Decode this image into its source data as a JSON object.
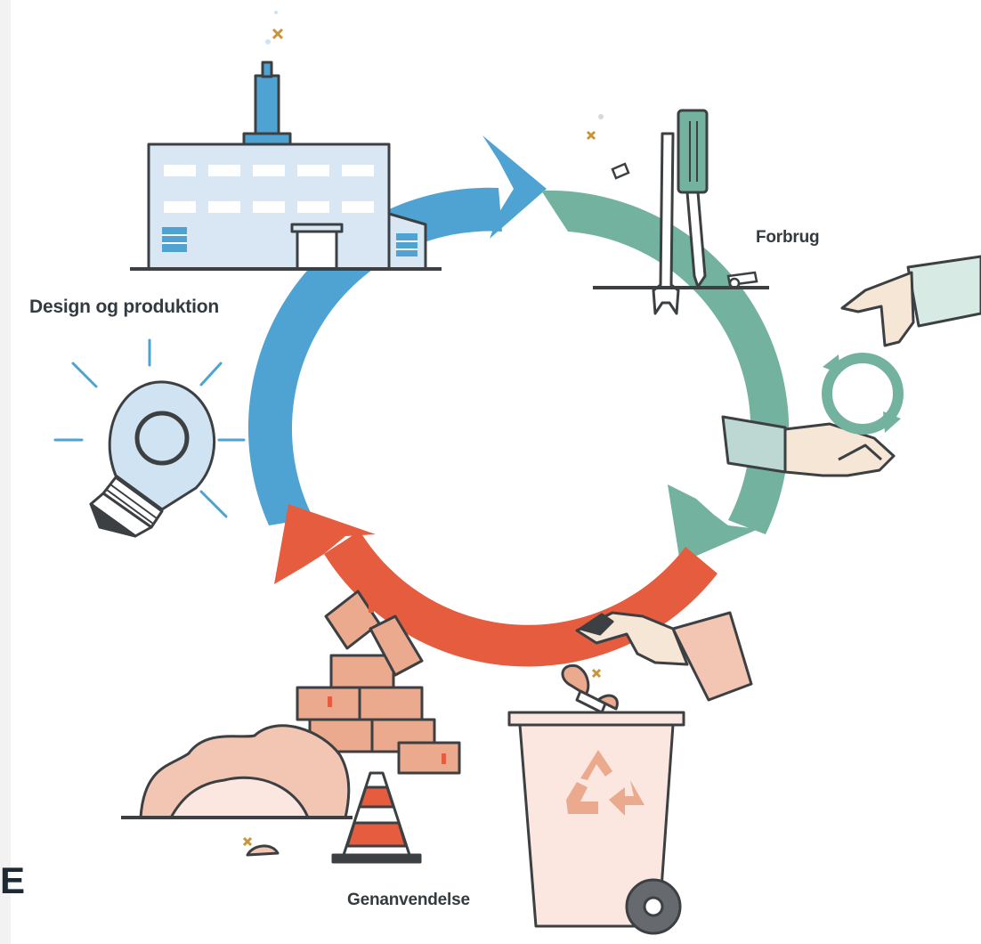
{
  "diagram": {
    "stages": [
      {
        "id": "design",
        "label": "Design og produktion",
        "color": "#4fa3d3"
      },
      {
        "id": "use",
        "label": "Forbrug",
        "color": "#74b2a0"
      },
      {
        "id": "recycle",
        "label": "Genanvendelse",
        "color": "#e55c3f"
      }
    ]
  },
  "page_edge": {
    "letter": "E"
  },
  "colors": {
    "outline": "#3c4043",
    "factory": "#d8e7f3",
    "bulb": "#cfe3f2",
    "brick": "#eba98d",
    "rubble": "#f3c6b3",
    "bin": "#fbe7e0",
    "accent_x": "#c8953a"
  },
  "icons": [
    "factory-icon",
    "screwdriver-icon",
    "wrench-icon",
    "light-bulb-icon",
    "hands-cycle-icon",
    "bricks-icon",
    "rubble-icon",
    "traffic-cone-icon",
    "recycling-bin-icon",
    "hand-dropping-waste-icon"
  ]
}
